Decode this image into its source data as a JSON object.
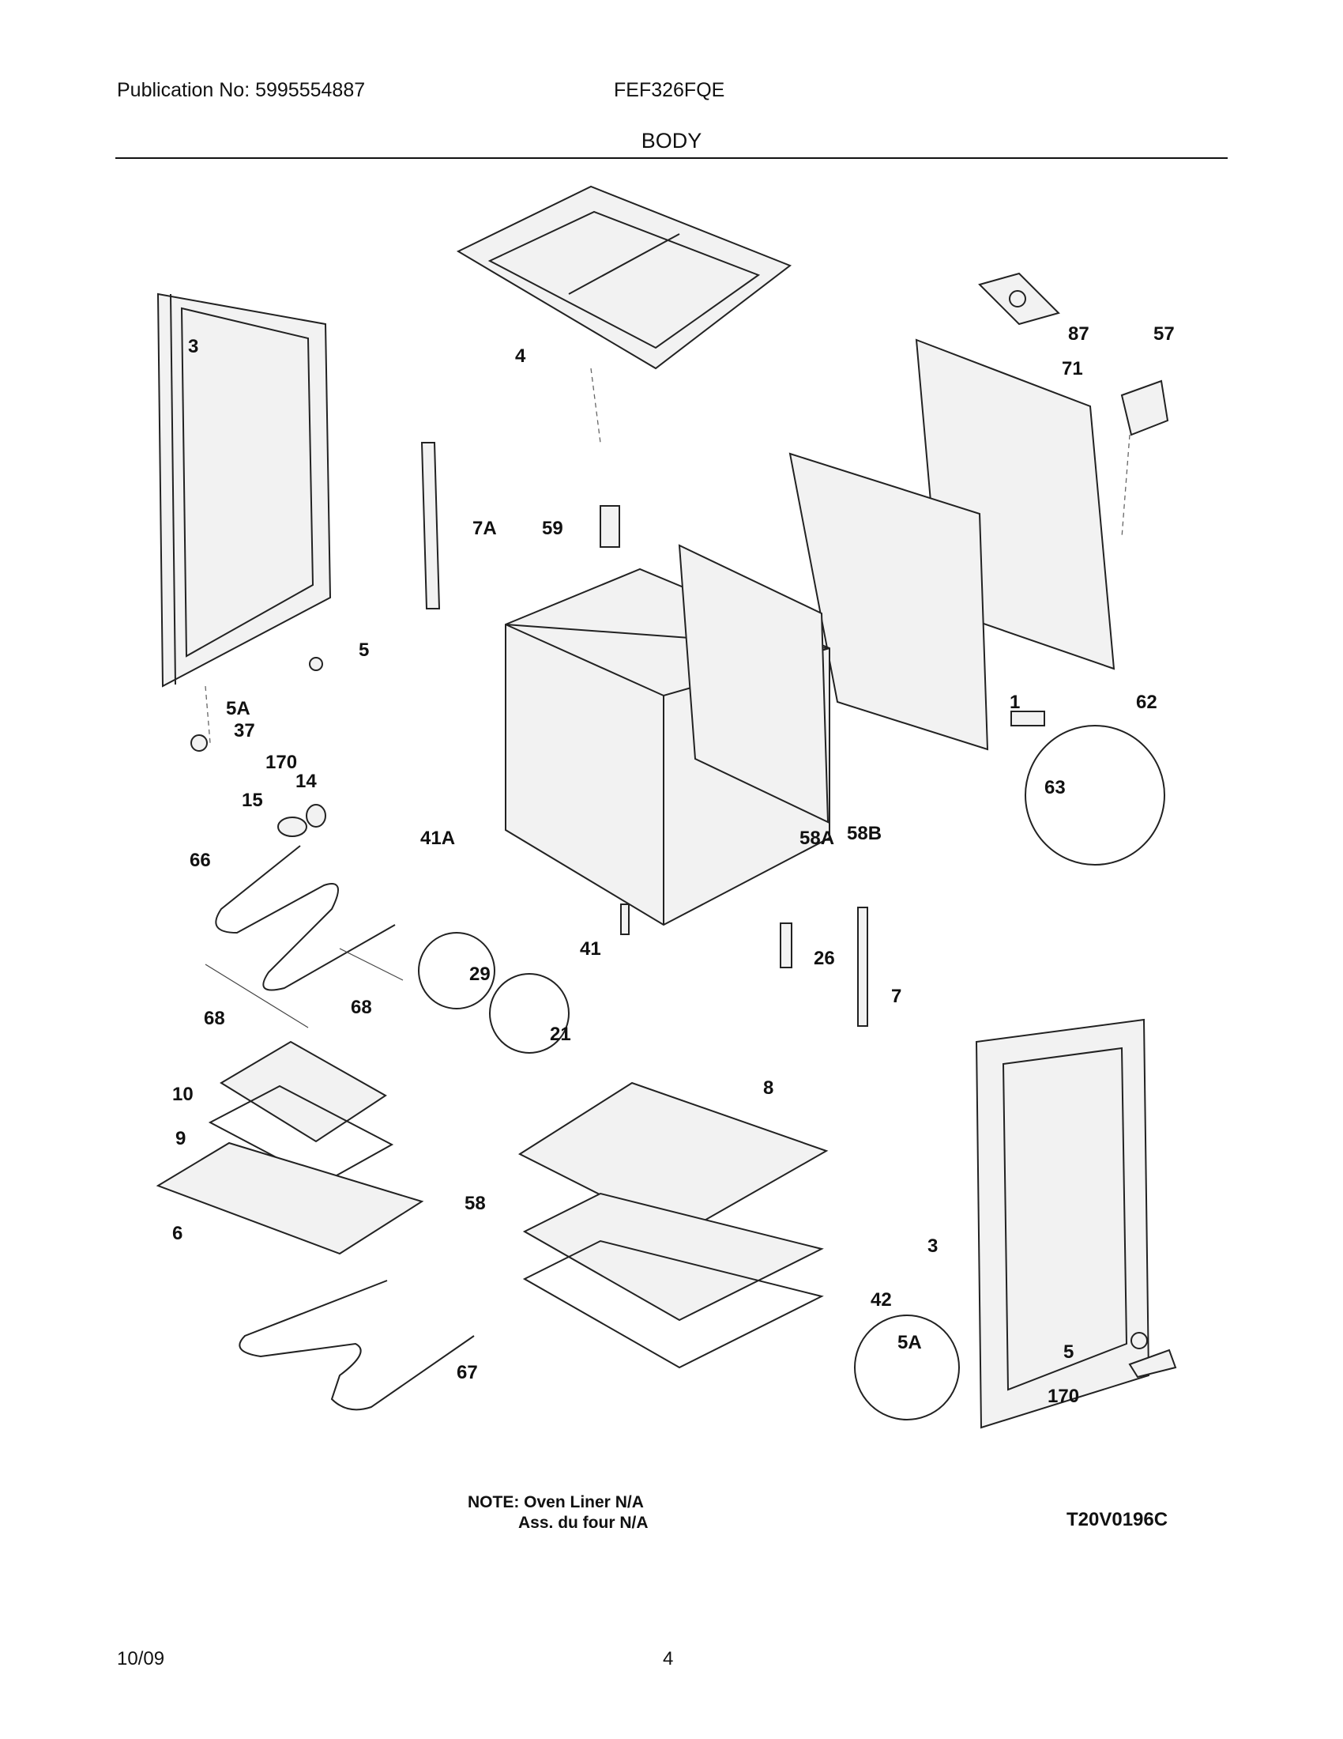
{
  "header": {
    "publication": "Publication No: 5995554887",
    "model": "FEF326FQE",
    "section_title": "BODY"
  },
  "labels": {
    "l3a": "3",
    "l4": "4",
    "l87": "87",
    "l57": "57",
    "l71": "71",
    "l7a": "7A",
    "l59": "59",
    "l5a": "5",
    "l5aa": "5A",
    "l37": "37",
    "l170a": "170",
    "l14": "14",
    "l15": "15",
    "l1": "1",
    "l62": "62",
    "l63": "63",
    "l41a": "41A",
    "l58a": "58A",
    "l58b": "58B",
    "l66": "66",
    "l41": "41",
    "l26": "26",
    "l7": "7",
    "l29": "29",
    "l21": "21",
    "l68a": "68",
    "l68b": "68",
    "l10": "10",
    "l8": "8",
    "l9": "9",
    "l6": "6",
    "l58": "58",
    "l3b": "3",
    "l42": "42",
    "l5ab": "5A",
    "l5b": "5",
    "l67": "67",
    "l170b": "170"
  },
  "footer": {
    "note_line1": "NOTE: Oven Liner N/A",
    "note_line2": "Ass. du four N/A",
    "diagram_code": "T20V0196C",
    "date": "10/09",
    "page_number": "4"
  }
}
